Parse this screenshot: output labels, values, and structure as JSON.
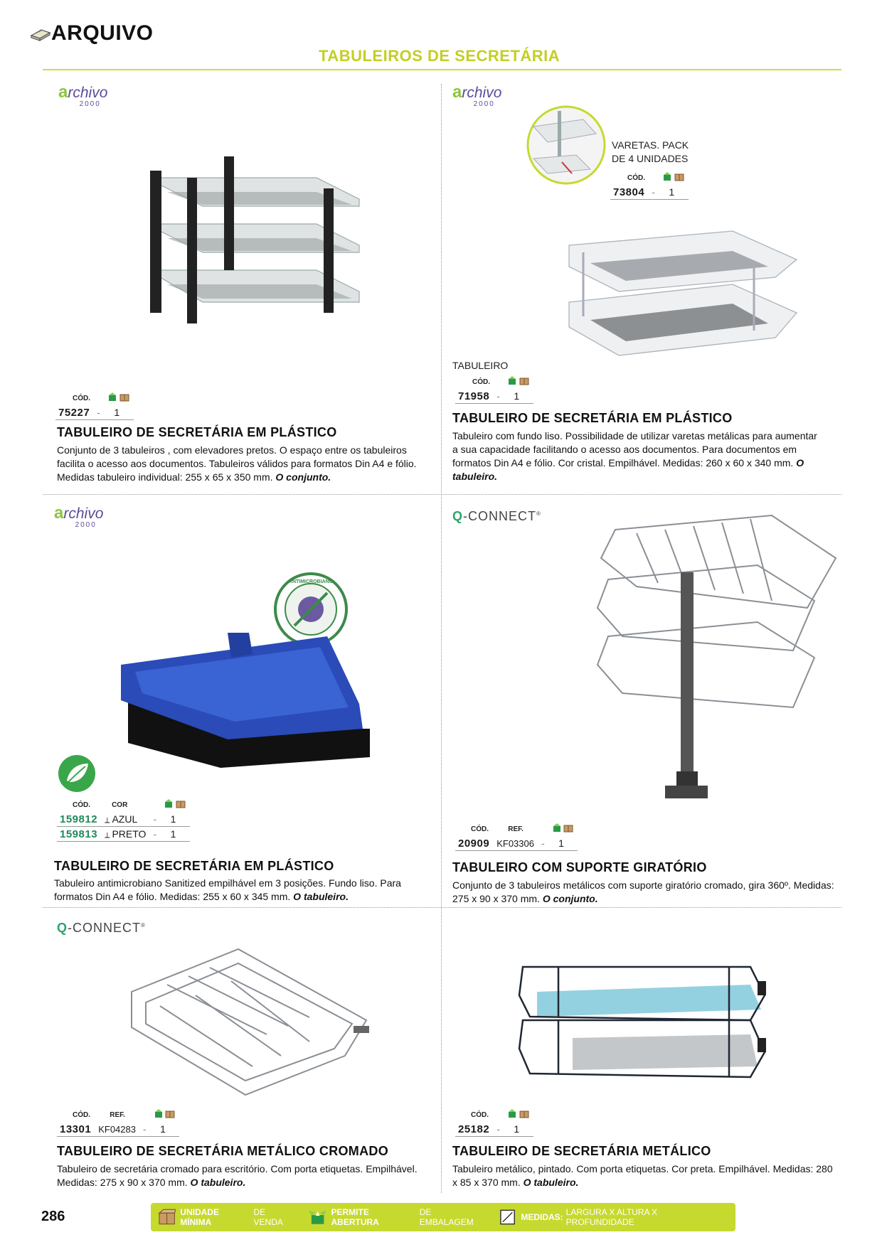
{
  "header": {
    "section": "ARQUIVO",
    "page_title": "TABULEIROS DE SECRETÁRIA"
  },
  "brands": {
    "archivo_word": "rchivo",
    "archivo_initial": "a",
    "archivo_num": "2000",
    "qconnect_q": "Q",
    "qconnect_rest": "-CONNECT",
    "qconnect_mark": "®"
  },
  "table_headers": {
    "cod": "CÓD.",
    "ref": "REF.",
    "cor": "COR"
  },
  "products": [
    {
      "code": "75227",
      "dash": "-",
      "qty": "1",
      "title": "TABULEIRO DE SECRETÁRIA EM PLÁSTICO",
      "desc": "Conjunto de 3 tabuleiros , com elevadores pretos. O espaço entre os tabuleiros facilita o acesso aos documentos. Tabuleiros válidos para formatos Din A4 e fólio. Medidas tabuleiro individual: 255 x 65 x 350 mm.",
      "desc_em": "O conjunto."
    },
    {
      "accessory_label_1": "VARETAS. PACK",
      "accessory_label_2": "DE 4 UNIDADES",
      "accessory_code": "73804",
      "accessory_dash": "-",
      "accessory_qty": "1",
      "sub_label": "TABULEIRO",
      "code": "71958",
      "dash": "-",
      "qty": "1",
      "title": "TABULEIRO DE SECRETÁRIA EM PLÁSTICO",
      "desc": "Tabuleiro com fundo liso. Possibilidade de utilizar varetas metálicas para aumentar a sua capacidade facilitando o acesso aos documentos. Para documentos em formatos Din A4 e fólio. Cor cristal. Empilhável. Medidas: 260 x 60 x 340 mm.",
      "desc_em": "O tabuleiro."
    },
    {
      "badge_text": "ANTIMICROBIANO",
      "rows": [
        {
          "code": "159812",
          "color": "AZUL",
          "dash": "-",
          "qty": "1"
        },
        {
          "code": "159813",
          "color": "PRETO",
          "dash": "-",
          "qty": "1"
        }
      ],
      "title": "TABULEIRO DE SECRETÁRIA EM PLÁSTICO",
      "desc": "Tabuleiro antimicrobiano Sanitized empilhável em 3 posições. Fundo liso. Para formatos Din A4 e fólio. Medidas: 255 x 60 x 345 mm.",
      "desc_em": "O tabuleiro."
    },
    {
      "code": "20909",
      "ref": "KF03306",
      "dash": "-",
      "qty": "1",
      "title": "TABULEIRO COM SUPORTE GIRATÓRIO",
      "desc": "Conjunto de 3 tabuleiros metálicos com suporte giratório cromado, gira 360º. Medidas: 275 x 90 x 370 mm.",
      "desc_em": "O conjunto."
    },
    {
      "code": "13301",
      "ref": "KF04283",
      "dash": "-",
      "qty": "1",
      "title": "TABULEIRO DE SECRETÁRIA METÁLICO CROMADO",
      "desc": "Tabuleiro de secretária cromado para escritório. Com porta etiquetas. Empilhável. Medidas: 275 x 90 x 370 mm.",
      "desc_em": "O tabuleiro."
    },
    {
      "code": "25182",
      "dash": "-",
      "qty": "1",
      "title": "TABULEIRO DE SECRETÁRIA METÁLICO",
      "desc": "Tabuleiro metálico, pintado. Com porta etiquetas. Cor preta. Empilhável. Medidas: 280 x 85 x 370 mm.",
      "desc_em": "O tabuleiro."
    }
  ],
  "footer": {
    "page_number": "286",
    "legend": [
      {
        "strong": "UNIDADE MÍNIMA",
        "rest": "DE VENDA"
      },
      {
        "strong": "PERMITE ABERTURA",
        "rest": "DE EMBALAGEM"
      },
      {
        "strong": "MEDIDAS:",
        "rest": "LARGURA X ALTURA X PROFUNDIDADE"
      }
    ]
  },
  "colors": {
    "accent": "#c3cf24",
    "code_green": "#1e8a5a",
    "tray_blue": "#2a4bb8"
  }
}
